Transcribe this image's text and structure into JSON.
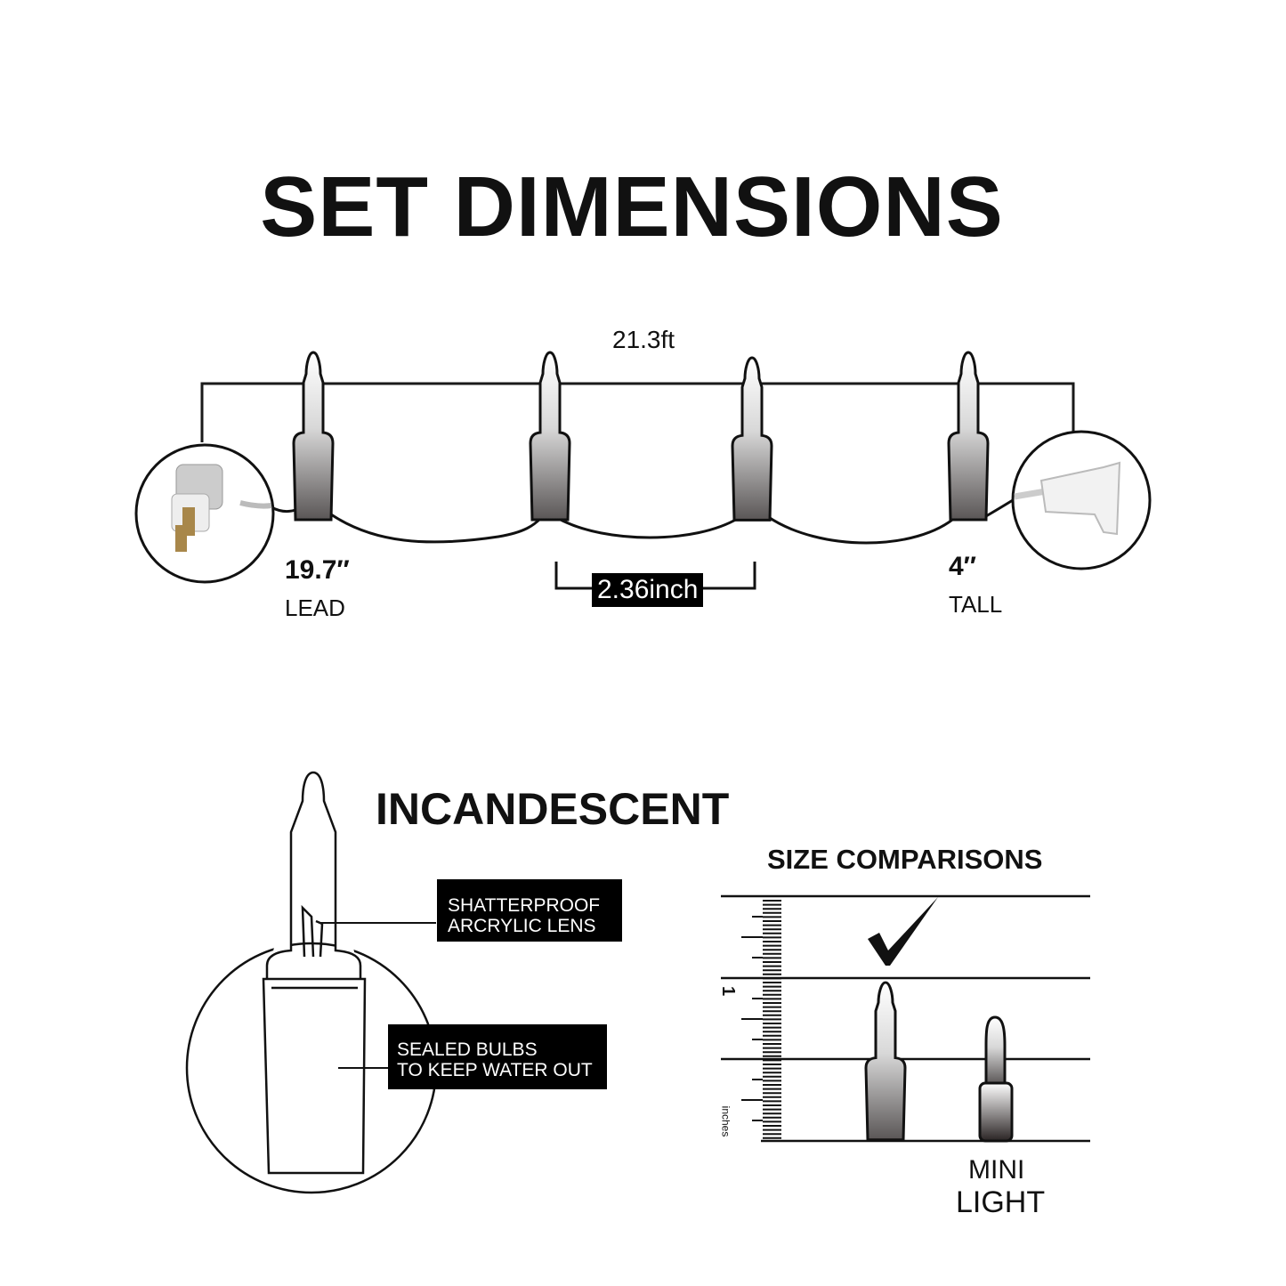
{
  "title": "SET DIMENSIONS",
  "set": {
    "total_length": "21.3ft",
    "lead_value": "19.7″",
    "lead_label": "LEAD",
    "spacing": "2.36inch",
    "tall_value": "4″",
    "tall_label": "TALL"
  },
  "bulb_detail": {
    "type": "INCANDESCENT",
    "callout1_line1": "SHATTERPROOF",
    "callout1_line2": "ARCRYLIC LENS",
    "callout2_line1": "SEALED BULBS",
    "callout2_line2": "TO KEEP WATER OUT"
  },
  "comparison": {
    "title": "SIZE COMPARISONS",
    "ruler_unit": "inches",
    "ruler_mark": "1",
    "mini_line1": "MINI",
    "mini_line2": "LIGHT"
  },
  "colors": {
    "ink": "#111111",
    "bulb_light": "#f4f4f4",
    "bulb_dark": "#5a5656",
    "plug_brass": "#a8874a"
  }
}
